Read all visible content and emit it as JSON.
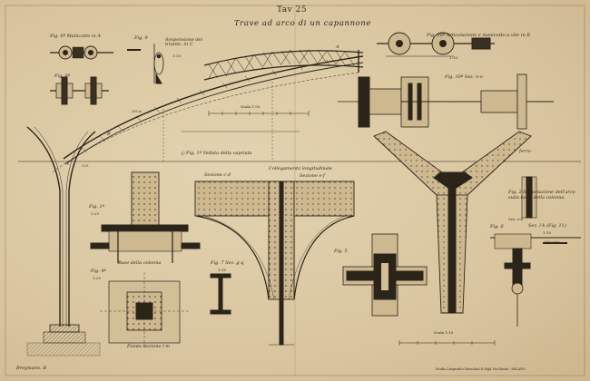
{
  "plate": {
    "number": "Tav 25",
    "title": "Trave ad arco di un capannone",
    "footer_left": "Breymann. B",
    "footer_right": "Studio Litografico Bruschini & Figli Via Pianta - MILANO",
    "ink": "#2b2418",
    "paper": "#dcc9a4"
  },
  "labels": {
    "fig8": "Fig. 8ª Manicotto in A",
    "fig9": "Fig. 9",
    "fig9_text": "Sospensione del tirante, in C",
    "fig9_scale": "1:10",
    "fig10": "Fig. 10ª Articolazione e manicotto a vite in B",
    "fig10_scale": "1:10",
    "fig8b": "Fig. 8ª",
    "fig10b": "Fig. 10ª Sez. n-o",
    "scala_top": "Scala 1:50",
    "fig1": "Fig. 1ª Veduta della capriata",
    "fig1a": "Fig. 1ª",
    "fig1a_scale": "1:25",
    "fig4": "Fig. 4ª",
    "fig4_scale": "1:25",
    "base": "Base della colonna",
    "pianta": "Pianta Sezione l-m",
    "sezione_cd": "Sezione c-d",
    "collegamento": "Collegamento longitudinale",
    "sezione_ef": "Sezione e-f",
    "fig7": "Fig. 7 Sez. g-q",
    "fig7_scale": "1:10",
    "fig5": "Fig. 5",
    "fig2": "Fig. 2 Impostazione dell'arco sulla testa della colonna",
    "fig2_sez": "Sez. a-b",
    "fig6": "Fig. 6",
    "fig11": "Sez. l-k (Fig. 11)",
    "fig11_scale": "1:10",
    "tirante": "tirante",
    "scala_bottom": "Scala 1:10",
    "arc_dims": "295 m.",
    "letter_a": "A",
    "letter_b": "B",
    "letter_c": "C",
    "ferro": "ferro",
    "dim_fig1": "1'25 "
  }
}
